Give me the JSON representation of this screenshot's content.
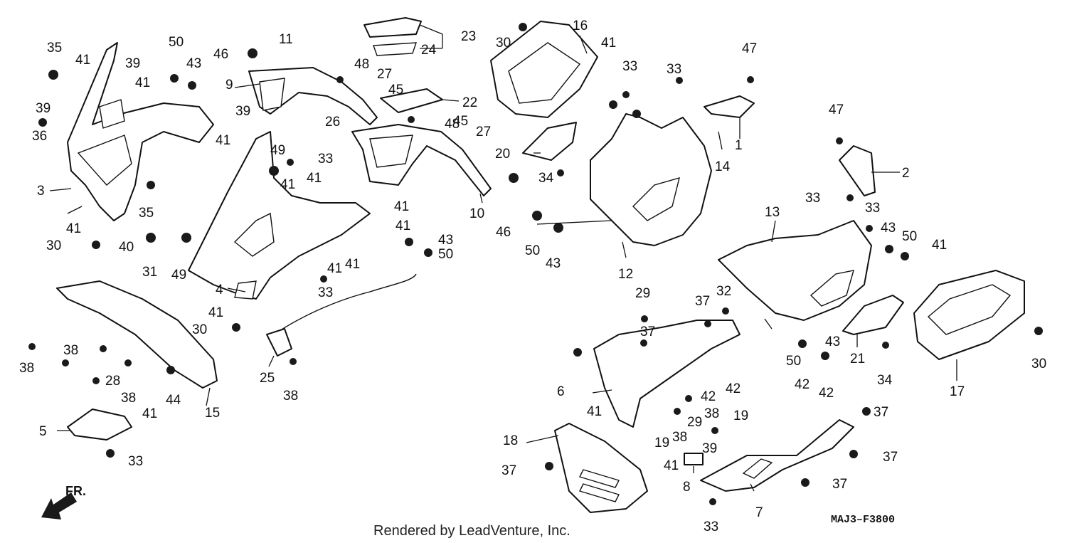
{
  "diagram": {
    "callouts": [
      "35",
      "41",
      "39",
      "41",
      "50",
      "43",
      "46",
      "11",
      "23",
      "24",
      "48",
      "27",
      "45",
      "22",
      "26",
      "9",
      "30",
      "16",
      "41",
      "33",
      "33",
      "47",
      "1",
      "14",
      "47",
      "2",
      "39",
      "36",
      "3",
      "35",
      "41",
      "30",
      "40",
      "39",
      "41",
      "49",
      "33",
      "41",
      "41",
      "41",
      "43",
      "50",
      "31",
      "49",
      "41",
      "41",
      "41",
      "33",
      "4",
      "41",
      "30",
      "20",
      "34",
      "10",
      "46",
      "50",
      "43",
      "12",
      "13",
      "33",
      "43",
      "50",
      "33",
      "41",
      "29",
      "37",
      "32",
      "37",
      "6",
      "38",
      "38",
      "28",
      "38",
      "44",
      "15",
      "25",
      "38",
      "5",
      "41",
      "33",
      "21",
      "43",
      "50",
      "34",
      "30",
      "17",
      "42",
      "42",
      "42",
      "42",
      "41",
      "19",
      "38",
      "29",
      "38",
      "19",
      "39",
      "18",
      "37",
      "41",
      "8",
      "7",
      "37",
      "37",
      "37",
      "33",
      "48",
      "45",
      "27"
    ],
    "watermark": "Rendered by LeadVenture, Inc.",
    "drawing_code": "MAJ3–F3800",
    "direction_label": "FR."
  }
}
